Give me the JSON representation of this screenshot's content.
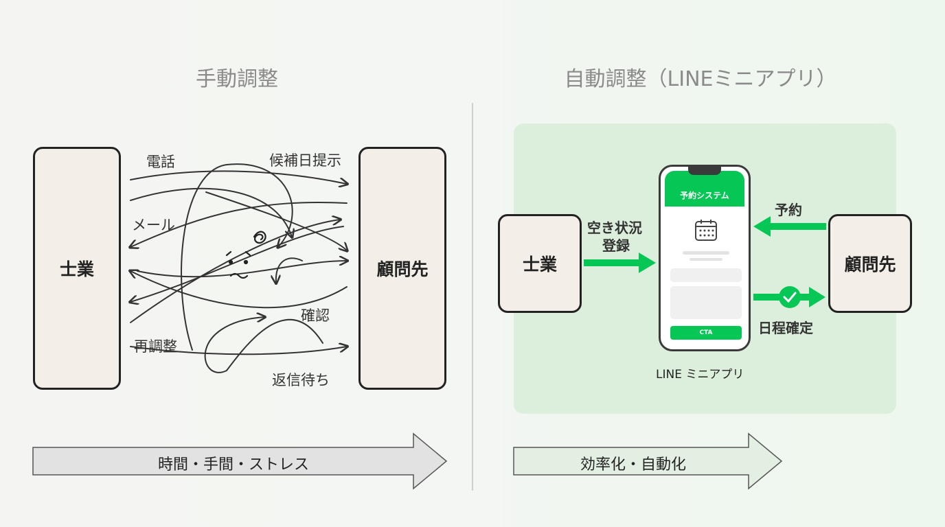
{
  "left": {
    "title": "手動調整",
    "from_box": "士業",
    "to_box": "顧問先",
    "labels": {
      "phone": "電話",
      "propose": "候補日提示",
      "mail": "メール",
      "confirm": "確認",
      "readjust": "再調整",
      "waiting": "返信待ち"
    },
    "banner": "時間・手間・ストレス"
  },
  "right": {
    "title": "自動調整（LINEミニアプリ）",
    "from_box": "士業",
    "to_box": "顧問先",
    "register_label_1": "空き状況",
    "register_label_2": "登録",
    "reserve_label": "予約",
    "confirm_label": "日程確定",
    "phone_header": "予約システム",
    "phone_cta": "CTA",
    "phone_caption": "LINE ミニアプリ",
    "banner": "効率化・自動化"
  },
  "colors": {
    "accent": "#06c755",
    "box_fill": "#f3efe8",
    "panel_fill": "#dcefdc",
    "banner_left": "#e2e2e2",
    "banner_right": "#e4efe4"
  },
  "icons": {
    "confused": "confused-face-icon",
    "calendar": "calendar-icon",
    "check": "check-circle-icon"
  }
}
